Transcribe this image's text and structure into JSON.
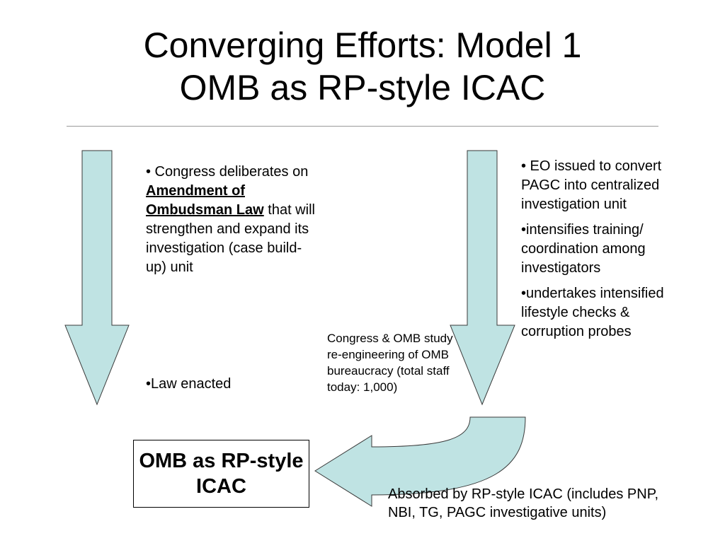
{
  "slide": {
    "title_line1": "Converging Efforts: Model 1",
    "title_line2": "OMB as RP-style ICAC"
  },
  "left_column": {
    "bullet1_prefix": "• Congress deliberates on ",
    "bullet1_emphasis": "Amendment of Ombudsman Law",
    "bullet1_suffix": " that will strengthen and expand its investigation (case build-up) unit",
    "bullet2": "•Law enacted"
  },
  "middle_note": "Congress & OMB study re-engineering of OMB bureaucracy (total staff today: 1,000)",
  "right_column": {
    "bullet1": "• EO issued to convert PAGC into centralized investigation unit",
    "bullet2": "•intensifies training/ coordination among investigators",
    "bullet3": "•undertakes intensified lifestyle checks & corruption probes"
  },
  "result_box": {
    "label": "OMB as RP-style ICAC"
  },
  "absorbed_note": "Absorbed by RP-style ICAC (includes PNP, NBI, TG, PAGC investigative units)",
  "colors": {
    "arrow_fill": "#bfe3e3",
    "arrow_stroke": "#3a3a3a",
    "rule": "#9a9a9a"
  }
}
